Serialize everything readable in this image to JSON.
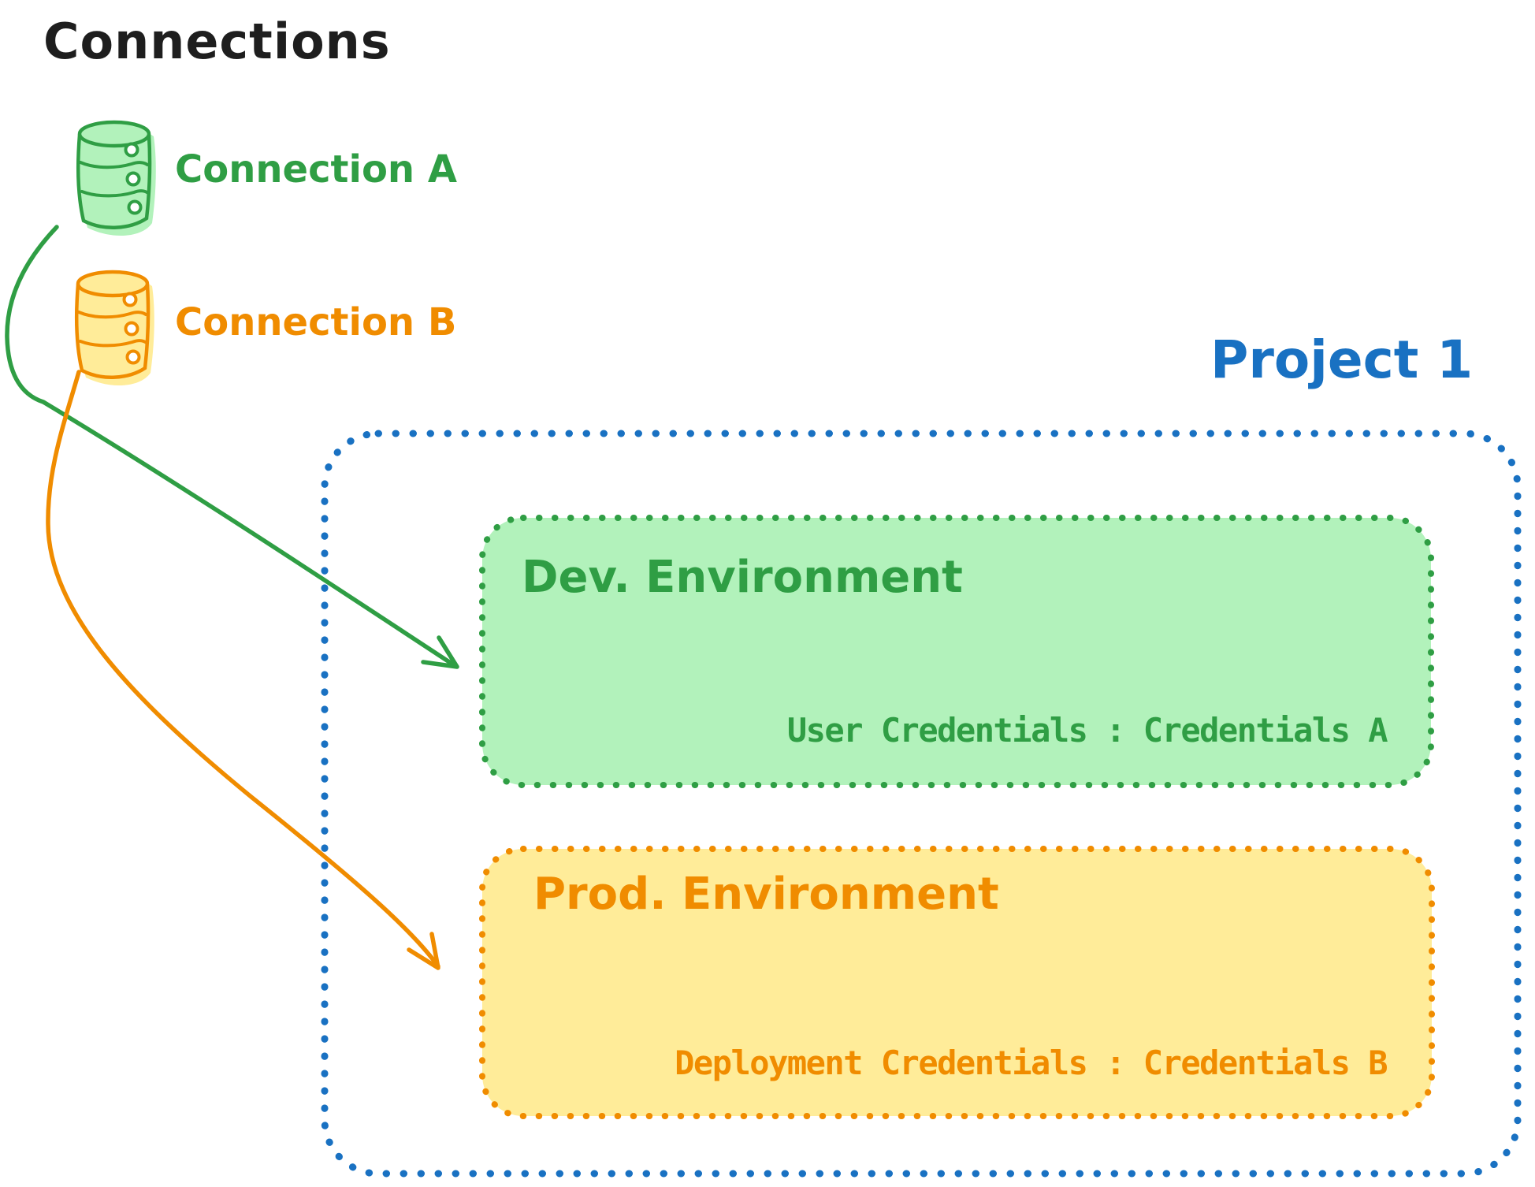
{
  "title": "Connections",
  "colors": {
    "ink": "#1e1e1e",
    "green_stroke": "#2f9e44",
    "green_fill": "#b2f2bb",
    "orange_stroke": "#f08c00",
    "orange_fill": "#ffec99",
    "blue": "#1971c2"
  },
  "connections": [
    {
      "label": "Connection A",
      "icon": "database-icon",
      "color": "#2f9e44"
    },
    {
      "label": "Connection B",
      "icon": "database-icon",
      "color": "#f08c00"
    }
  ],
  "project": {
    "label": "Project 1",
    "color": "#1971c2",
    "environments": [
      {
        "name": "Dev. Environment",
        "credentials": "User Credentials : Credentials A",
        "stroke": "#2f9e44",
        "fill": "#b2f2bb",
        "source_connection": "Connection A"
      },
      {
        "name": "Prod. Environment",
        "credentials": "Deployment Credentials : Credentials B",
        "stroke": "#f08c00",
        "fill": "#ffec99",
        "source_connection": "Connection B"
      }
    ]
  }
}
